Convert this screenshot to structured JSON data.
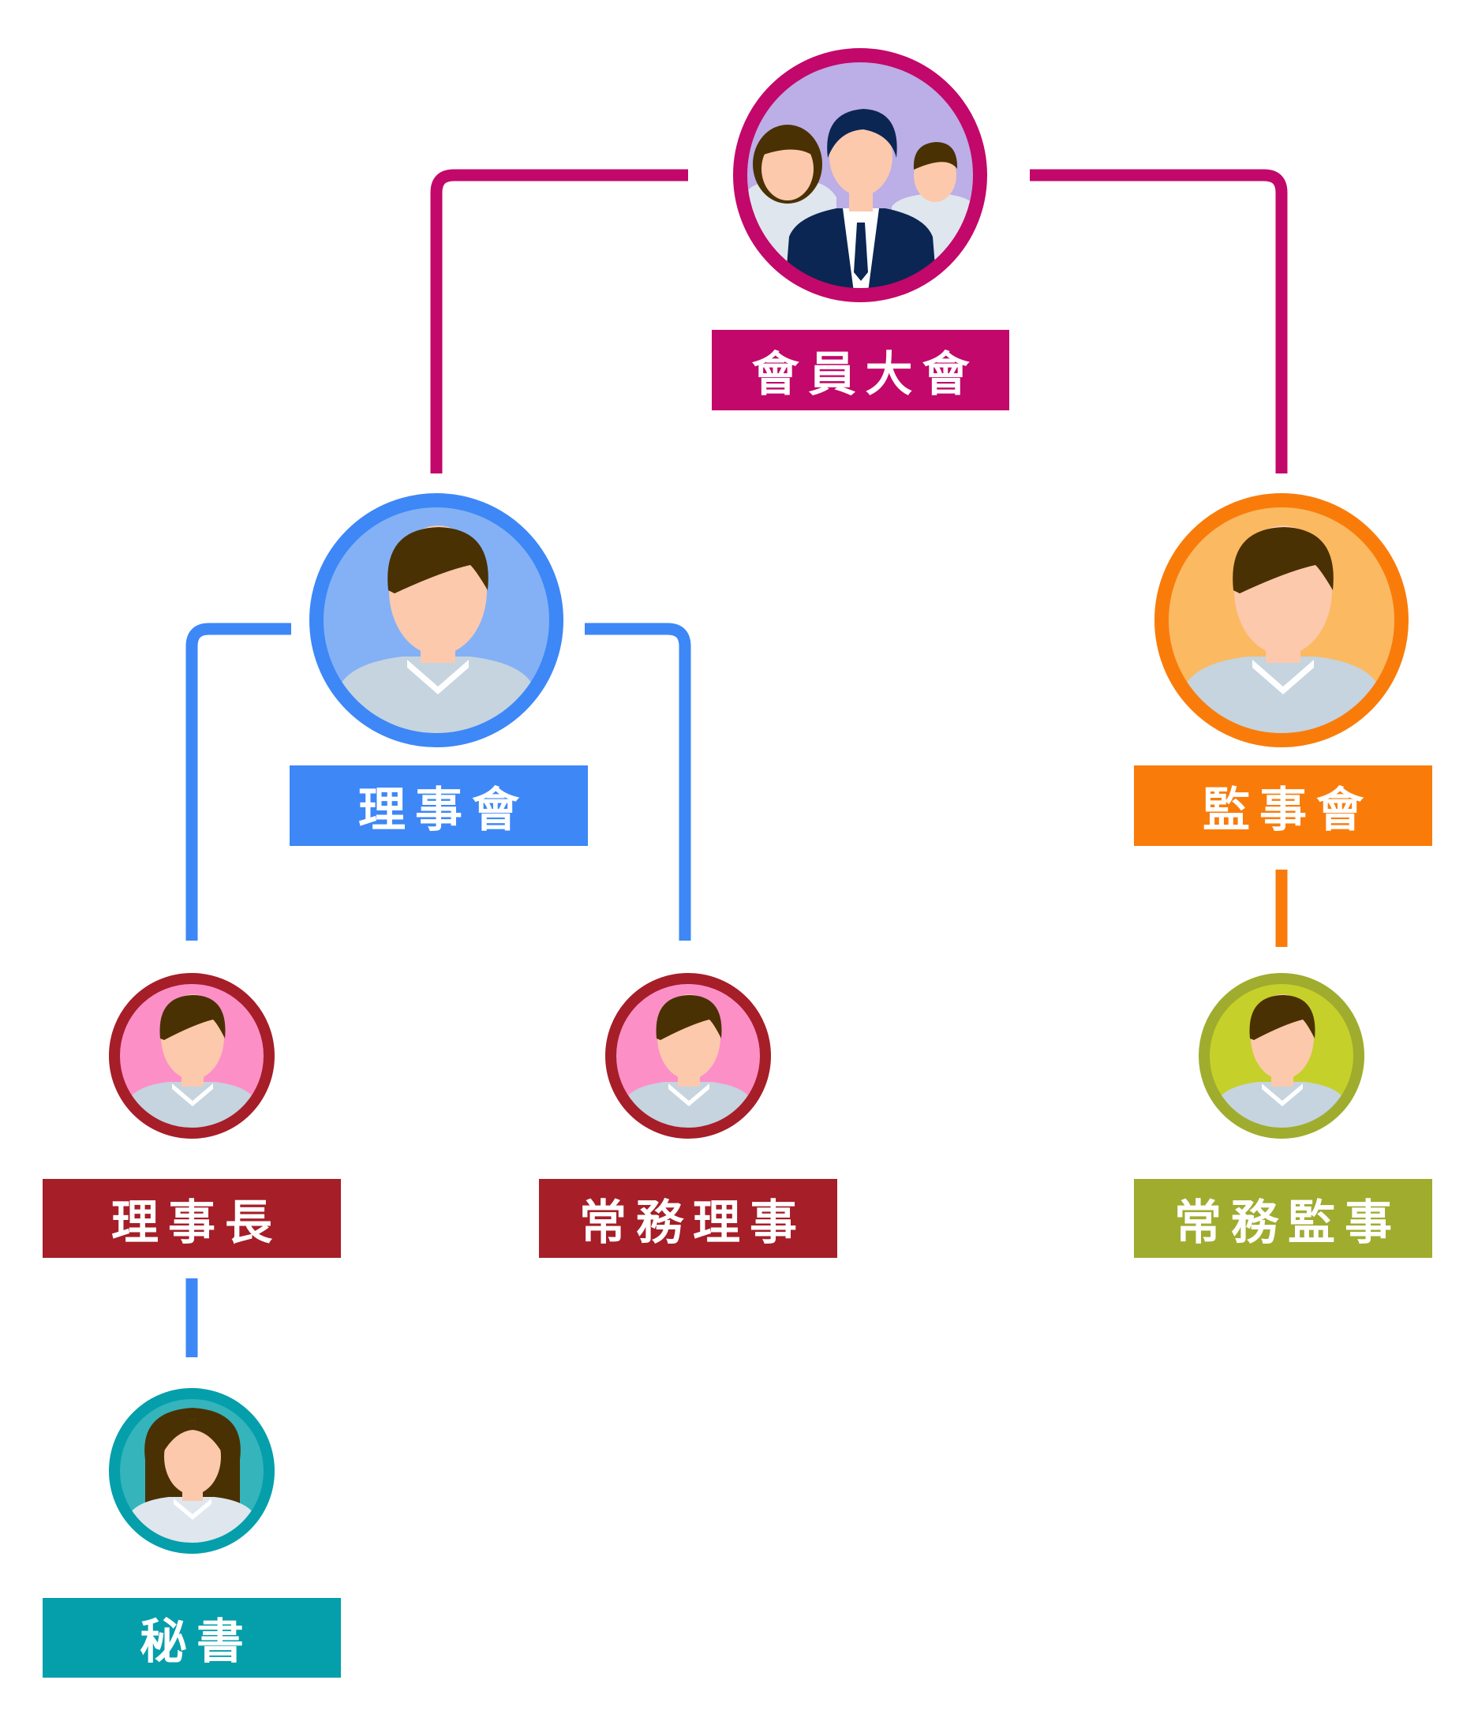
{
  "colors": {
    "root": "#c2086a",
    "root_fill": "#bcaee6",
    "board": "#3d87f7",
    "board_fill": "#84b1f5",
    "supervisors": "#f97c0b",
    "supervisors_fill": "#fbb962",
    "chairman": "#a61e28",
    "chairman_fill": "#fd8fc7",
    "executive_director": "#a61e28",
    "executive_director_fill": "#fd8fc7",
    "executive_supervisor": "#a0ac2e",
    "executive_supervisor_fill": "#c6d02a",
    "secretary": "#049fab",
    "secretary_fill": "#35b4bb",
    "skin": "#fcc9ad",
    "hair": "#4a3103",
    "shirt": "#c5d4df",
    "suit": "#0b2653"
  },
  "nodes": {
    "root": {
      "label": "會員大會",
      "icon": "group-people-icon"
    },
    "board": {
      "label": "理事會",
      "icon": "person-icon"
    },
    "supervisors": {
      "label": "監事會",
      "icon": "person-icon"
    },
    "chairman": {
      "label": "理事長",
      "icon": "person-icon"
    },
    "executive_director": {
      "label": "常務理事",
      "icon": "person-icon"
    },
    "executive_supervisor": {
      "label": "常務監事",
      "icon": "person-icon"
    },
    "secretary": {
      "label": "秘書",
      "icon": "female-person-icon"
    }
  }
}
